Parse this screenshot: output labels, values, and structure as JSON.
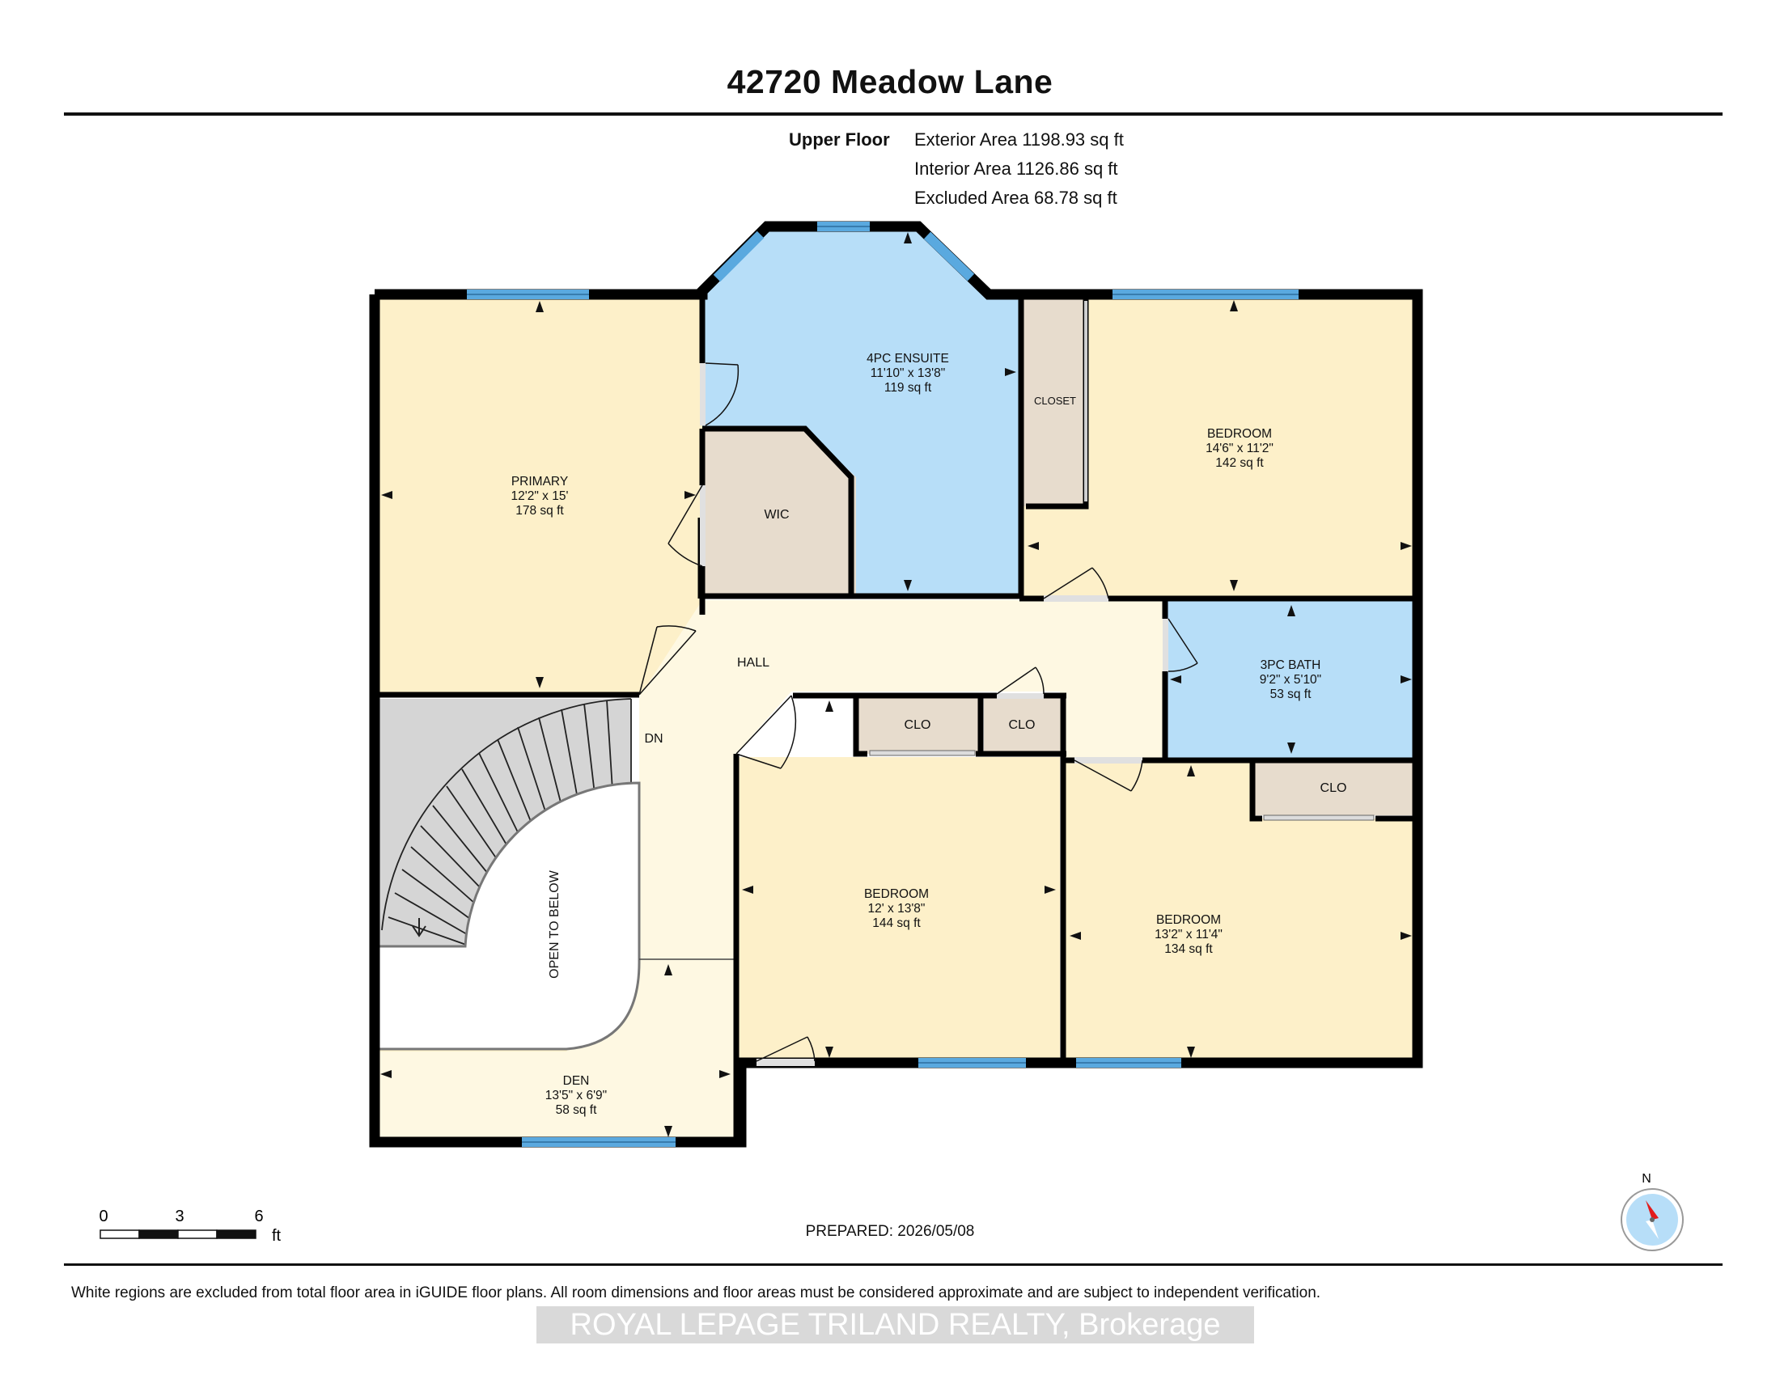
{
  "title": "42720 Meadow Lane",
  "floor": {
    "name": "Upper Floor",
    "exterior": "Exterior Area 1198.93 sq ft",
    "interior": "Interior Area 1126.86 sq ft",
    "excluded": "Excluded Area 68.78 sq ft"
  },
  "rooms": {
    "primary": {
      "name": "PRIMARY",
      "dims": "12'2\" x 15'",
      "area": "178 sq ft"
    },
    "ensuite": {
      "name": "4PC ENSUITE",
      "dims": "11'10\" x 13'8\"",
      "area": "119 sq ft"
    },
    "bedroom_ne": {
      "name": "BEDROOM",
      "dims": "14'6\" x 11'2\"",
      "area": "142 sq ft"
    },
    "closet": {
      "name": "CLOSET"
    },
    "wic": {
      "name": "WIC"
    },
    "hall": {
      "name": "HALL"
    },
    "bath3": {
      "name": "3PC BATH",
      "dims": "9'2\" x 5'10\"",
      "area": "53 sq ft"
    },
    "clo_a": {
      "name": "CLO"
    },
    "clo_b": {
      "name": "CLO"
    },
    "clo_c": {
      "name": "CLO"
    },
    "dn": {
      "name": "DN"
    },
    "bedroom_mid": {
      "name": "BEDROOM",
      "dims": "12' x 13'8\"",
      "area": "144 sq ft"
    },
    "bedroom_se": {
      "name": "BEDROOM",
      "dims": "13'2\" x 11'4\"",
      "area": "134 sq ft"
    },
    "open_below": {
      "name": "OPEN TO BELOW"
    },
    "den": {
      "name": "DEN",
      "dims": "13'5\" x 6'9\"",
      "area": "58 sq ft"
    }
  },
  "scale": {
    "t0": "0",
    "t1": "3",
    "t2": "6",
    "unit": "ft"
  },
  "compass": {
    "label": "N"
  },
  "prepared": "PREPARED: 2026/05/08",
  "disclaimer": "White regions are excluded from total floor area in iGUIDE floor plans. All room dimensions and floor areas must be considered approximate and are subject to independent verification.",
  "watermark": "ROYAL LEPAGE TRILAND REALTY, Brokerage",
  "colors": {
    "bedroom_fill": "#fdf0c9",
    "bath_fill": "#b7def8",
    "closet_fill": "#e7dccd",
    "hall_fill": "#fef8e2",
    "stair_fill": "#d5d5d5",
    "wall": "#000000",
    "window": "#5aa9df"
  }
}
